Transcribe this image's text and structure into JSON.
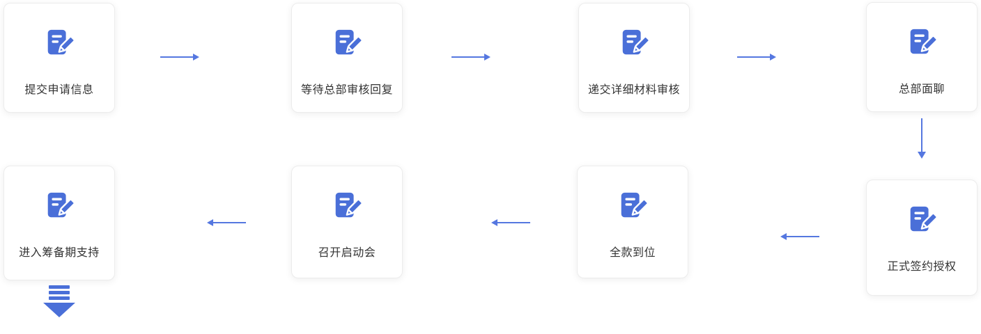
{
  "colors": {
    "icon_blue": "#4a6fd8",
    "arrow_blue": "#5577e0",
    "card_bg": "#ffffff",
    "card_border": "#ececec",
    "label_text": "#333333"
  },
  "icons": {
    "step": "document-edit-icon",
    "connector_right": "arrow-right-icon",
    "connector_left": "arrow-left-icon",
    "connector_down": "arrow-down-icon",
    "terminal": "striped-down-arrow-icon"
  },
  "flow": {
    "type": "process-flowchart",
    "direction": "row1 left-to-right, down, row2 right-to-left, terminal down arrow",
    "steps": [
      {
        "order": 1,
        "label": "提交申请信息"
      },
      {
        "order": 2,
        "label": "等待总部审核回复"
      },
      {
        "order": 3,
        "label": "递交详细材料审核"
      },
      {
        "order": 4,
        "label": "总部面聊"
      },
      {
        "order": 5,
        "label": "正式签约授权"
      },
      {
        "order": 6,
        "label": "全款到位"
      },
      {
        "order": 7,
        "label": "召开启动会"
      },
      {
        "order": 8,
        "label": "进入筹备期支持"
      }
    ]
  }
}
